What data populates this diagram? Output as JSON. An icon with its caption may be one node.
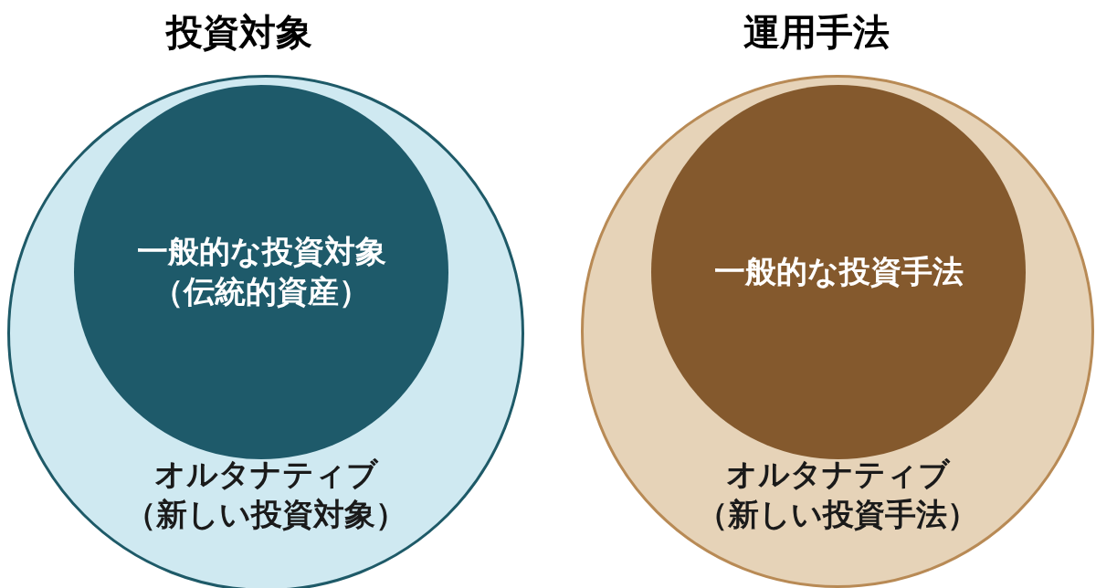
{
  "diagram": {
    "nodes": [
      {
        "text": [
          "オルタナティブ",
          "（新しい投資対象）"
        ]
      },
      {
        "text": [
          "一般的な投資対象",
          "（伝統的資産）"
        ],
        "in": 0
      },
      {
        "text": [
          "オルタナティブ",
          "（新しい投資手法）"
        ]
      },
      {
        "text": [
          "一般的な投資手法"
        ],
        "in": 2
      }
    ],
    "edges": [],
    "labels": [
      "投資対象",
      "運用手法"
    ]
  }
}
